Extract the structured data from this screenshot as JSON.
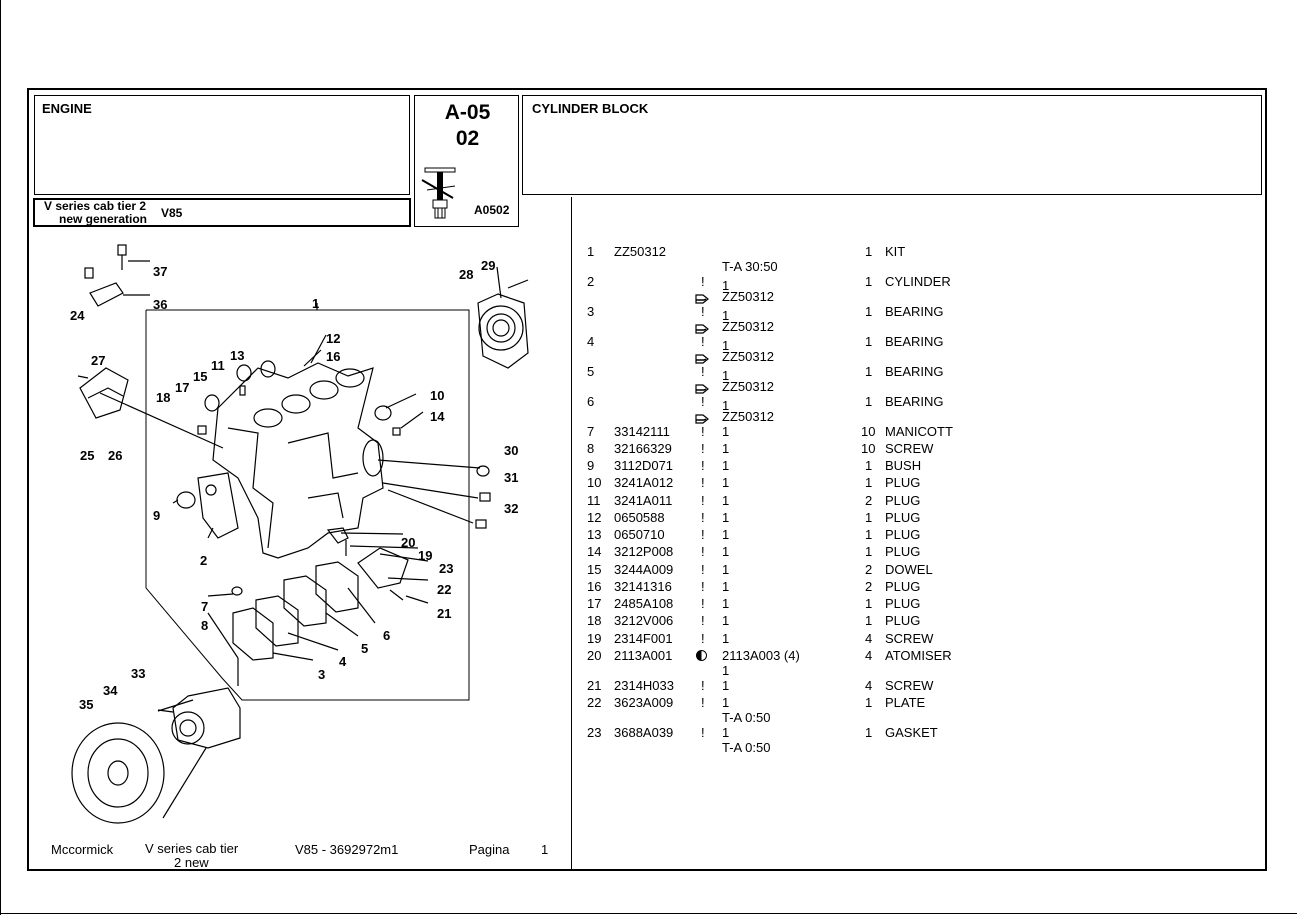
{
  "header": {
    "section_title": "ENGINE",
    "code_line1": "A-05",
    "code_line2": "02",
    "code_small": "A0502",
    "group_title": "CYLINDER BLOCK",
    "model_line1": "V series cab tier 2",
    "model_line2": "new generation",
    "model_code": "V85"
  },
  "diagram": {
    "callouts": [
      "1",
      "2",
      "3",
      "4",
      "5",
      "6",
      "7",
      "8",
      "9",
      "10",
      "11",
      "12",
      "13",
      "14",
      "15",
      "16",
      "17",
      "18",
      "19",
      "20",
      "21",
      "22",
      "23",
      "24",
      "25",
      "26",
      "27",
      "28",
      "29",
      "30",
      "31",
      "32",
      "33",
      "34",
      "35",
      "36",
      "37"
    ]
  },
  "parts": [
    {
      "pos": "1",
      "code": "ZZ50312",
      "flag": "",
      "qty_ref": "",
      "sub": "T-A 30:50",
      "ref_icon": "",
      "ref": "",
      "qty": "1",
      "desc": "KIT"
    },
    {
      "pos": "2",
      "code": "",
      "flag": "!",
      "qty_ref": "1",
      "sub": "",
      "ref_icon": "arrow",
      "ref": "ZZ50312",
      "qty": "1",
      "desc": "CYLINDER"
    },
    {
      "pos": "3",
      "code": "",
      "flag": "!",
      "qty_ref": "1",
      "sub": "",
      "ref_icon": "arrow",
      "ref": "ZZ50312",
      "qty": "1",
      "desc": "BEARING"
    },
    {
      "pos": "4",
      "code": "",
      "flag": "!",
      "qty_ref": "1",
      "sub": "",
      "ref_icon": "arrow",
      "ref": "ZZ50312",
      "qty": "1",
      "desc": "BEARING"
    },
    {
      "pos": "5",
      "code": "",
      "flag": "!",
      "qty_ref": "1",
      "sub": "",
      "ref_icon": "arrow",
      "ref": "ZZ50312",
      "qty": "1",
      "desc": "BEARING"
    },
    {
      "pos": "6",
      "code": "",
      "flag": "!",
      "qty_ref": "1",
      "sub": "",
      "ref_icon": "arrow",
      "ref": "ZZ50312",
      "qty": "1",
      "desc": "BEARING"
    },
    {
      "pos": "7",
      "code": "33142111",
      "flag": "!",
      "qty_ref": "1",
      "sub": "",
      "ref_icon": "",
      "ref": "",
      "qty": "10",
      "desc": "MANICOTT"
    },
    {
      "pos": "8",
      "code": "32166329",
      "flag": "!",
      "qty_ref": "1",
      "sub": "",
      "ref_icon": "",
      "ref": "",
      "qty": "10",
      "desc": "SCREW"
    },
    {
      "pos": "9",
      "code": "3112D071",
      "flag": "!",
      "qty_ref": "1",
      "sub": "",
      "ref_icon": "",
      "ref": "",
      "qty": "1",
      "desc": "BUSH"
    },
    {
      "pos": "10",
      "code": "3241A012",
      "flag": "!",
      "qty_ref": "1",
      "sub": "",
      "ref_icon": "",
      "ref": "",
      "qty": "1",
      "desc": "PLUG"
    },
    {
      "pos": "11",
      "code": "3241A011",
      "flag": "!",
      "qty_ref": "1",
      "sub": "",
      "ref_icon": "",
      "ref": "",
      "qty": "2",
      "desc": "PLUG"
    },
    {
      "pos": "12",
      "code": "0650588",
      "flag": "!",
      "qty_ref": "1",
      "sub": "",
      "ref_icon": "",
      "ref": "",
      "qty": "1",
      "desc": "PLUG"
    },
    {
      "pos": "13",
      "code": "0650710",
      "flag": "!",
      "qty_ref": "1",
      "sub": "",
      "ref_icon": "",
      "ref": "",
      "qty": "1",
      "desc": "PLUG"
    },
    {
      "pos": "14",
      "code": "3212P008",
      "flag": "!",
      "qty_ref": "1",
      "sub": "",
      "ref_icon": "",
      "ref": "",
      "qty": "1",
      "desc": "PLUG"
    },
    {
      "pos": "15",
      "code": "3244A009",
      "flag": "!",
      "qty_ref": "1",
      "sub": "",
      "ref_icon": "",
      "ref": "",
      "qty": "2",
      "desc": "DOWEL"
    },
    {
      "pos": "16",
      "code": "32141316",
      "flag": "!",
      "qty_ref": "1",
      "sub": "",
      "ref_icon": "",
      "ref": "",
      "qty": "2",
      "desc": "PLUG"
    },
    {
      "pos": "17",
      "code": "2485A108",
      "flag": "!",
      "qty_ref": "1",
      "sub": "",
      "ref_icon": "",
      "ref": "",
      "qty": "1",
      "desc": "PLUG"
    },
    {
      "pos": "18",
      "code": "3212V006",
      "flag": "!",
      "qty_ref": "1",
      "sub": "",
      "ref_icon": "",
      "ref": "",
      "qty": "1",
      "desc": "PLUG"
    },
    {
      "pos": "19",
      "code": "2314F001",
      "flag": "!",
      "qty_ref": "1",
      "sub": "",
      "ref_icon": "",
      "ref": "",
      "qty": "4",
      "desc": "SCREW"
    },
    {
      "pos": "20",
      "code": "2113A001",
      "flag": "",
      "qty_ref": "2113A003  (4)",
      "sub": "1",
      "ref_icon": "",
      "ref": "",
      "qty": "4",
      "desc": "ATOMISER"
    },
    {
      "pos": "21",
      "code": "2314H033",
      "flag": "!",
      "qty_ref": "1",
      "sub": "",
      "ref_icon": "",
      "ref": "",
      "qty": "4",
      "desc": "SCREW"
    },
    {
      "pos": "22",
      "code": "3623A009",
      "flag": "!",
      "qty_ref": "1",
      "sub": "T-A 0:50",
      "ref_icon": "",
      "ref": "",
      "qty": "1",
      "desc": "PLATE"
    },
    {
      "pos": "23",
      "code": "3688A039",
      "flag": "!",
      "qty_ref": "1",
      "sub": "T-A 0:50",
      "ref_icon": "",
      "ref": "",
      "qty": "1",
      "desc": "GASKET"
    }
  ],
  "footer": {
    "brand": "Mccormick",
    "model_line1": "V series cab tier",
    "model_line2": "2 new",
    "doc_ref": "V85 - 3692972m1",
    "page_label": "Pagina",
    "page_number": "1"
  },
  "icons": {
    "arrow": "ref-arrow-icon",
    "half_circle": "superseded-icon",
    "tool": "tool-illustration"
  }
}
